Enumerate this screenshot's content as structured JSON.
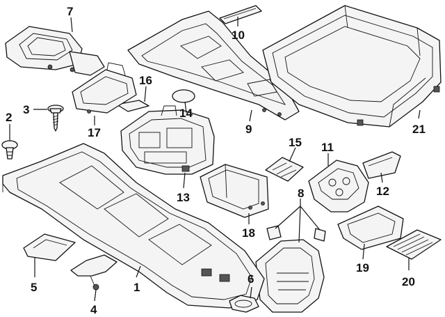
{
  "diagram": {
    "callouts": [
      {
        "id": "p1",
        "label": "1"
      },
      {
        "id": "p2",
        "label": "2"
      },
      {
        "id": "p3",
        "label": "3"
      },
      {
        "id": "p4",
        "label": "4"
      },
      {
        "id": "p5",
        "label": "5"
      },
      {
        "id": "p6",
        "label": "6"
      },
      {
        "id": "p7",
        "label": "7"
      },
      {
        "id": "p8",
        "label": "8"
      },
      {
        "id": "p9",
        "label": "9"
      },
      {
        "id": "p10",
        "label": "10"
      },
      {
        "id": "p11",
        "label": "11"
      },
      {
        "id": "p12",
        "label": "12"
      },
      {
        "id": "p13",
        "label": "13"
      },
      {
        "id": "p14",
        "label": "14"
      },
      {
        "id": "p15",
        "label": "15"
      },
      {
        "id": "p16",
        "label": "16"
      },
      {
        "id": "p17",
        "label": "17"
      },
      {
        "id": "p18",
        "label": "18"
      },
      {
        "id": "p19",
        "label": "19"
      },
      {
        "id": "p20",
        "label": "20"
      },
      {
        "id": "p21",
        "label": "21"
      }
    ]
  }
}
